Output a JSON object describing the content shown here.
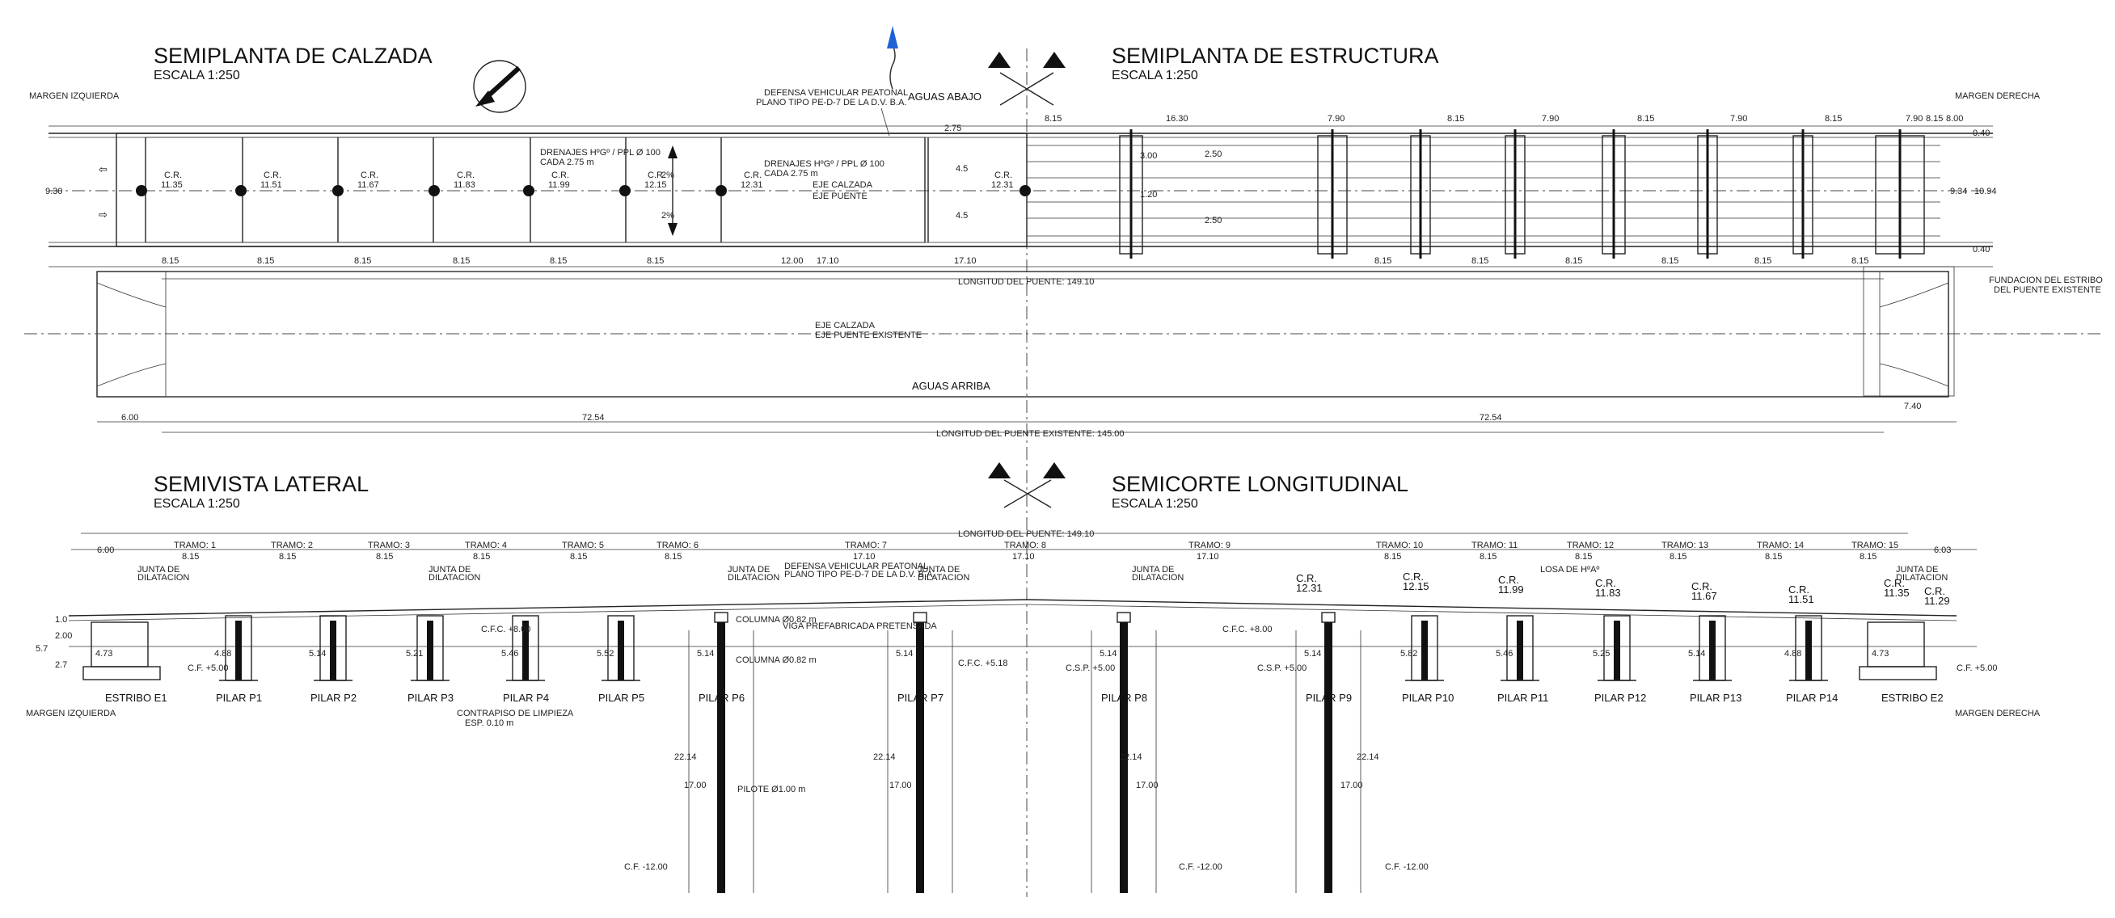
{
  "titles": {
    "plan_road": "SEMIPLANTA DE CALZADA",
    "plan_structure": "SEMIPLANTA DE ESTRUCTURA",
    "side_view": "SEMIVISTA LATERAL",
    "long_section": "SEMICORTE LONGITUDINAL",
    "scale": "ESCALA 1:250"
  },
  "margins": {
    "left": "MARGEN IZQUIERDA",
    "right": "MARGEN DERECHA"
  },
  "flow": {
    "down": "AGUAS ABAJO",
    "up": "AGUAS ARRIBA"
  },
  "axes": {
    "road": "EJE CALZADA",
    "bridge": "EJE PUENTE",
    "road_existing": "EJE CALZADA",
    "bridge_existing": "EJE PUENTE EXISTENTE"
  },
  "notes": {
    "defense": "DEFENSA VEHICULAR PEATONAL",
    "defense_plan": "PLANO TIPO PE-D-7 DE LA D.V. B.A.",
    "drains_a": "DRENAJES HºGº / PPL Ø 100",
    "drains_a2": "CADA 2.75 m",
    "drains_b": "DRENAJES HºGº / PPL Ø 100",
    "drains_b2": "CADA 2.75 m",
    "foundation": "FUNDACION DEL ESTRIBO",
    "foundation2": "DEL PUENTE EXISTENTE",
    "joint": "JUNTA DE DILATACION",
    "column": "COLUMNA Ø0.82 m",
    "pile": "PILOTE Ø1.00 m",
    "beam": "VIGA PREFABRICADA PRETENSADA",
    "slab": "LOSA DE HºAº",
    "counterslab": "CONTRAPISO DE LIMPIEZA",
    "counterslab2": "ESP. 0.10 m"
  },
  "lengths": {
    "new_bridge": "LONGITUD DEL PUENTE: 149.10",
    "existing_bridge": "LONGITUD DEL PUENTE EXISTENTE: 145.00",
    "existing_half": "72.54",
    "existing_side": "6.00",
    "existing_right": "7.40",
    "center_span": "17.10",
    "road_span": "12.00"
  },
  "plan_dims_bottom": [
    "8.15",
    "8.15",
    "8.15",
    "8.15",
    "8.15",
    "8.15",
    "17.10",
    "17.10",
    "8.15",
    "8.15",
    "8.15",
    "8.15",
    "8.15",
    "8.15"
  ],
  "plan_dims_top_right": [
    "8.15",
    "16.30",
    "7.90",
    "8.15",
    "7.90",
    "8.15",
    "7.90",
    "8.15",
    "7.90",
    "8.15",
    "8.00"
  ],
  "plan_section_dims": {
    "width": "9.30",
    "half1": "4.5",
    "half2": "4.5",
    "total": "10.94",
    "w2": "9.34",
    "edge": "0.40",
    "e1": "2.75",
    "e2": "1.20",
    "e3": "3.00",
    "e4": "2.50"
  },
  "plan_levels": [
    {
      "label": "C.R.",
      "value": "11.35"
    },
    {
      "label": "C.R.",
      "value": "11.51"
    },
    {
      "label": "C.R.",
      "value": "11.67"
    },
    {
      "label": "C.R.",
      "value": "11.83"
    },
    {
      "label": "C.R.",
      "value": "11.99"
    },
    {
      "label": "C.R.",
      "value": "12.15"
    },
    {
      "label": "C.R.",
      "value": "12.31"
    },
    {
      "label": "C.R.",
      "value": "12.31"
    }
  ],
  "slope": "2%",
  "tramos": [
    {
      "name": "TRAMO: 1",
      "len": "8.15"
    },
    {
      "name": "TRAMO: 2",
      "len": "8.15"
    },
    {
      "name": "TRAMO: 3",
      "len": "8.15"
    },
    {
      "name": "TRAMO: 4",
      "len": "8.15"
    },
    {
      "name": "TRAMO: 5",
      "len": "8.15"
    },
    {
      "name": "TRAMO: 6",
      "len": "8.15"
    },
    {
      "name": "TRAMO: 7",
      "len": "17.10"
    },
    {
      "name": "TRAMO: 8",
      "len": "17.10"
    },
    {
      "name": "TRAMO: 9",
      "len": "17.10"
    },
    {
      "name": "TRAMO: 10",
      "len": "8.15"
    },
    {
      "name": "TRAMO: 11",
      "len": "8.15"
    },
    {
      "name": "TRAMO: 12",
      "len": "8.15"
    },
    {
      "name": "TRAMO: 13",
      "len": "8.15"
    },
    {
      "name": "TRAMO: 14",
      "len": "8.15"
    },
    {
      "name": "TRAMO: 15",
      "len": "8.15"
    }
  ],
  "side_end_dims": {
    "left": "6.00",
    "right": "6.03"
  },
  "supports": [
    {
      "name": "ESTRIBO E1",
      "h": "4.73"
    },
    {
      "name": "PILAR P1",
      "h": "4.88"
    },
    {
      "name": "PILAR P2",
      "h": "5.14"
    },
    {
      "name": "PILAR P3",
      "h": "5.21"
    },
    {
      "name": "PILAR P4",
      "h": "5.46"
    },
    {
      "name": "PILAR P5",
      "h": "5.52"
    },
    {
      "name": "PILAR P6",
      "h": "5.14"
    },
    {
      "name": "PILAR P7",
      "h": "5.14"
    },
    {
      "name": "PILAR P8",
      "h": "5.14"
    },
    {
      "name": "PILAR P9",
      "h": "5.14"
    },
    {
      "name": "PILAR P10",
      "h": "5.82"
    },
    {
      "name": "PILAR P11",
      "h": "5.46"
    },
    {
      "name": "PILAR P12",
      "h": "5.25"
    },
    {
      "name": "PILAR P13",
      "h": "5.14"
    },
    {
      "name": "PILAR P14",
      "h": "4.88"
    },
    {
      "name": "ESTRIBO E2",
      "h": "4.73"
    }
  ],
  "side_levels": [
    {
      "label": "C.R.",
      "value": "12.15"
    },
    {
      "label": "C.R.",
      "value": "11.99"
    },
    {
      "label": "C.R.",
      "value": "11.83"
    },
    {
      "label": "C.R.",
      "value": "11.67"
    },
    {
      "label": "C.R.",
      "value": "11.51"
    },
    {
      "label": "C.R.",
      "value": "11.35"
    },
    {
      "label": "C.R.",
      "value": "12.31"
    },
    {
      "label": "C.R.",
      "value": "11.29"
    }
  ],
  "ground": {
    "cf_plus": "C.F. +5.00",
    "cfc": "C.F.C. +8.00",
    "cfc_r": "C.F.C. +8.00",
    "cfc_mid": "C.F.C. +5.18",
    "csp1": "C.S.P. +5.00",
    "csp2": "C.S.P. +5.00",
    "cf_right": "C.F. +5.00",
    "cf_deep": "C.F. -12.00"
  },
  "pile_dims": {
    "total": "22.14",
    "pile": "17.00"
  },
  "abut_dims": {
    "a": "1.0",
    "b": "2.00",
    "c": "5.7",
    "d": "2.7"
  }
}
